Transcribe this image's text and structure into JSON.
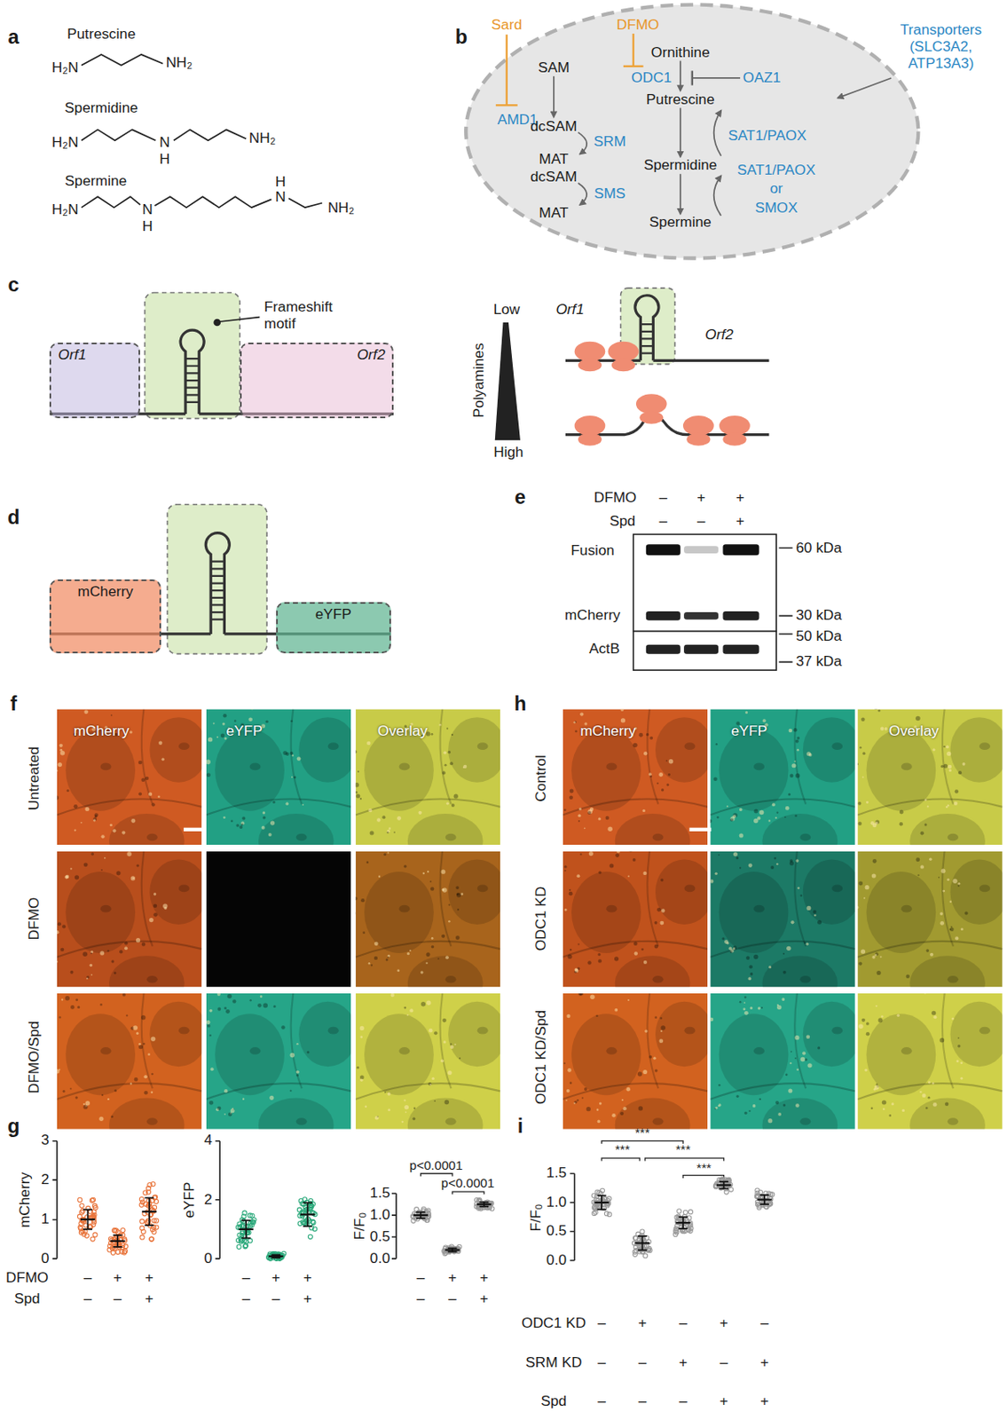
{
  "diagram": {
    "nodes": [
      {
        "text": [
          "Orf1"
        ]
      },
      {
        "text": [
          "Orf2"
        ]
      },
      {
        "text": [
          "mCherry"
        ]
      },
      {
        "text": [
          "eYFP"
        ]
      }
    ],
    "labels": [
      "a",
      "Putrescine",
      "H₂N",
      "NH₂",
      "Spermidine",
      "H₂N",
      "N",
      "H",
      "NH₂",
      "Spermine",
      "H₂N",
      "N",
      "H",
      "N",
      "H",
      "NH₂",
      "b",
      "Sard",
      "DFMO",
      "SAM",
      "Ornithine",
      "AMD1",
      "ODC1",
      "OAZ1",
      "Transporters (SLC3A2, ATP13A3)",
      "Putrescine",
      "dcSAM",
      "SRM",
      "SAT1/PAOX",
      "MAT",
      "Spermidine",
      "SAT1/PAOX",
      "dcSAM",
      "or",
      "SMS",
      "SMOX",
      "MAT",
      "Spermine",
      "c",
      "Frameshift motif",
      "Low",
      "Orf1",
      "Polyamines",
      "Orf2",
      "High",
      "d",
      "e",
      "DFMO",
      "–",
      "+",
      "+",
      "Spd",
      "–",
      "–",
      "+",
      "Fusion",
      "60 kDa",
      "mCherry",
      "30 kDa",
      "ActB",
      "50 kDa",
      "37 kDa",
      "f",
      "mCherry",
      "eYFP",
      "Overlay",
      "Untreated",
      "DFMO",
      "DFMO/Spd",
      "h",
      "mCherry",
      "eYFP",
      "Overlay",
      "Control",
      "ODC1 KD",
      "ODC1 KD/Spd",
      "g",
      "mCherry",
      "3",
      "2",
      "1",
      "0",
      "eYFP",
      "4",
      "2",
      "0",
      "p<0.0001",
      "p<0.0001",
      "F/F₀",
      "1.5",
      "1.0",
      "0.5",
      "0.0",
      "DFMO",
      "–",
      "+",
      "+",
      "–",
      "+",
      "+",
      "–",
      "+",
      "+",
      "Spd",
      "–",
      "–",
      "+",
      "–",
      "–",
      "+",
      "–",
      "–",
      "+",
      "i",
      "***",
      "***",
      "***",
      "***",
      "F/F₀",
      "1.5",
      "1.0",
      "0.5",
      "0.0",
      "ODC1 KD",
      "–",
      "+",
      "–",
      "+",
      "–",
      "SRM KD",
      "–",
      "–",
      "+",
      "–",
      "+",
      "Spd",
      "–",
      "–",
      "–",
      "+",
      "+"
    ]
  }
}
